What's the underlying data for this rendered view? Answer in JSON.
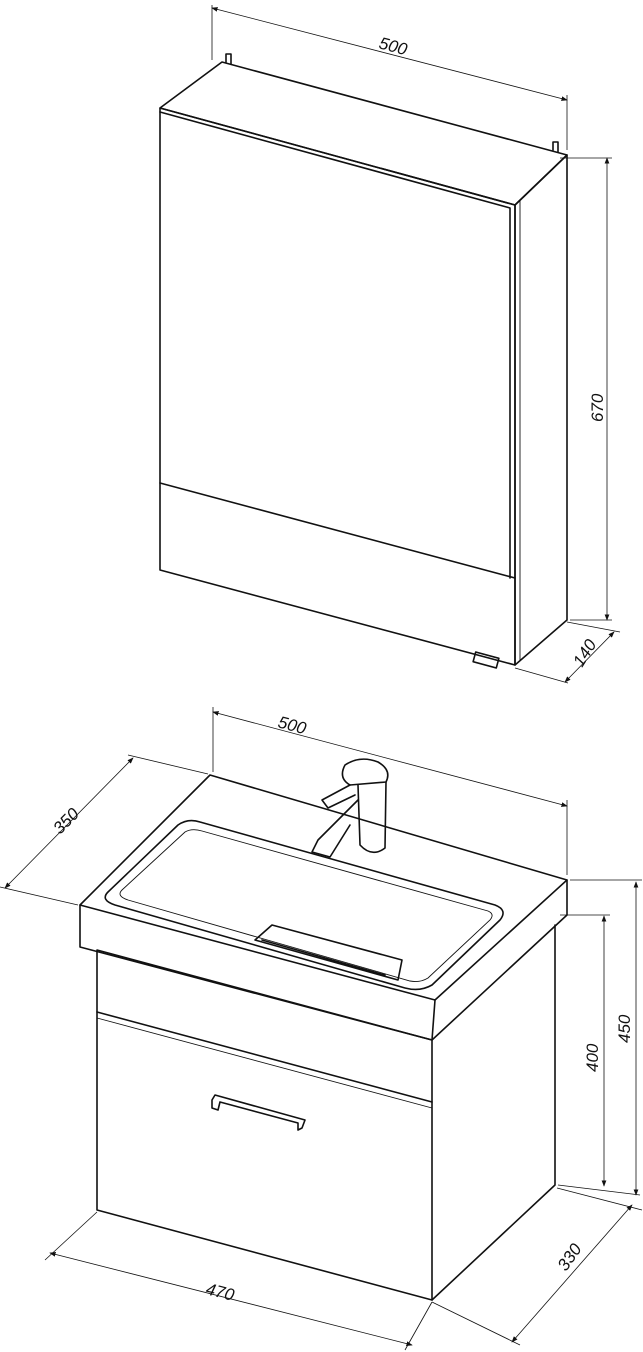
{
  "mirror_cabinet": {
    "width_label": "500",
    "height_label": "670",
    "depth_label": "140"
  },
  "vanity_unit": {
    "sink_width_label": "500",
    "sink_depth_label": "350",
    "cabinet_height_label": "400",
    "total_height_label": "450",
    "cabinet_depth_label": "330",
    "cabinet_width_label": "470"
  }
}
